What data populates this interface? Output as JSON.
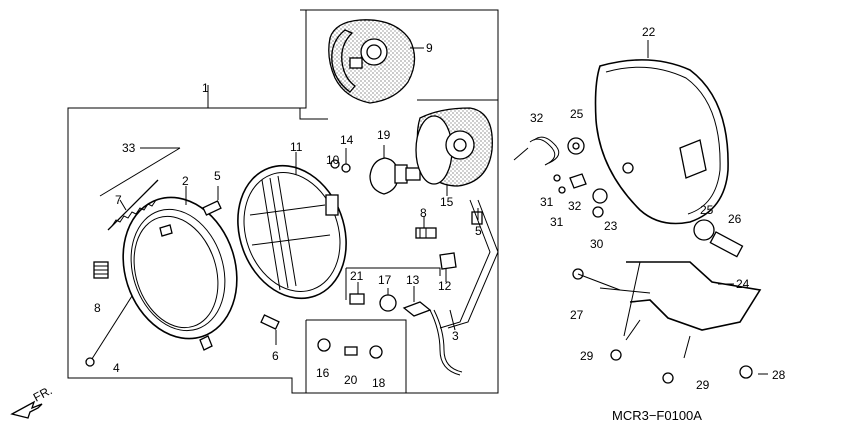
{
  "diagram": {
    "code": "MCR3−F0100A",
    "direction": "FR.",
    "callouts": {
      "c1": "1",
      "c2": "2",
      "c3": "3",
      "c4": "4",
      "c5a": "5",
      "c5b": "5",
      "c6": "6",
      "c7": "7",
      "c8a": "8",
      "c8b": "8",
      "c9": "9",
      "c10": "10",
      "c11": "11",
      "c12": "12",
      "c13": "13",
      "c14": "14",
      "c15": "15",
      "c16": "16",
      "c17": "17",
      "c18": "18",
      "c19": "19",
      "c20": "20",
      "c21": "21",
      "c22": "22",
      "c23": "23",
      "c24": "24",
      "c25a": "25",
      "c25b": "25",
      "c26": "26",
      "c27": "27",
      "c28": "28",
      "c29a": "29",
      "c29b": "29",
      "c30": "30",
      "c31a": "31",
      "c31b": "31",
      "c32a": "32",
      "c32b": "32",
      "c33": "33"
    }
  }
}
